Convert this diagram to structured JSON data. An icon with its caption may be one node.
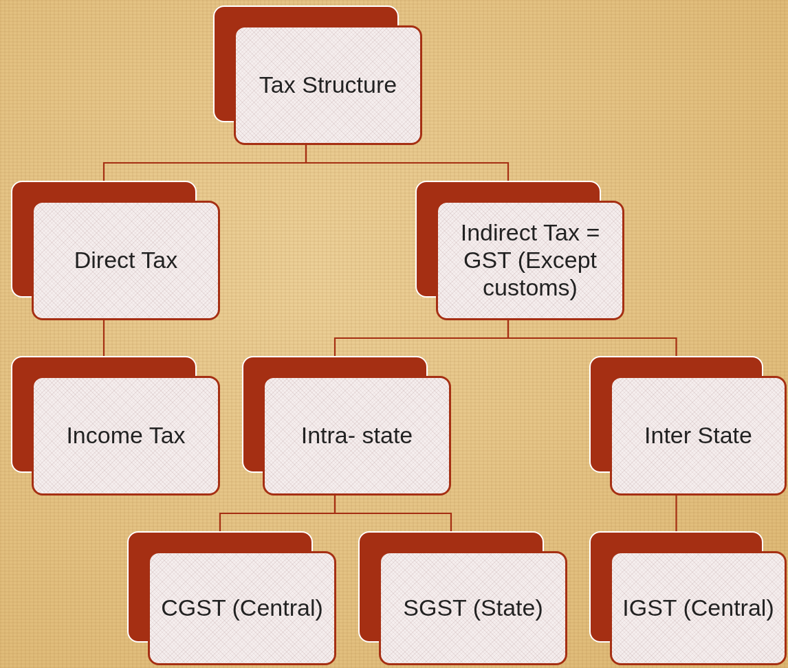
{
  "diagram": {
    "nodes": [
      {
        "text": [
          "Tax Structure"
        ]
      },
      {
        "text": [
          "Direct Tax"
        ]
      },
      {
        "text": [
          "Indirect Tax = GST (Except customs)"
        ]
      },
      {
        "text": [
          "Income Tax"
        ]
      },
      {
        "text": [
          "Intra- state"
        ]
      },
      {
        "text": [
          "Inter State"
        ]
      },
      {
        "text": [
          "CGST (Central)"
        ]
      },
      {
        "text": [
          "SGST (State)"
        ]
      },
      {
        "text": [
          "IGST (Central)"
        ]
      }
    ],
    "edges": [
      {
        "from": 0,
        "to": 1,
        "arrow": "none"
      },
      {
        "from": 0,
        "to": 2,
        "arrow": "none"
      },
      {
        "from": 1,
        "to": 3,
        "arrow": "none"
      },
      {
        "from": 2,
        "to": 4,
        "arrow": "none"
      },
      {
        "from": 2,
        "to": 5,
        "arrow": "none"
      },
      {
        "from": 4,
        "to": 6,
        "arrow": "none"
      },
      {
        "from": 4,
        "to": 7,
        "arrow": "none"
      },
      {
        "from": 5,
        "to": 8,
        "arrow": "none"
      }
    ]
  }
}
